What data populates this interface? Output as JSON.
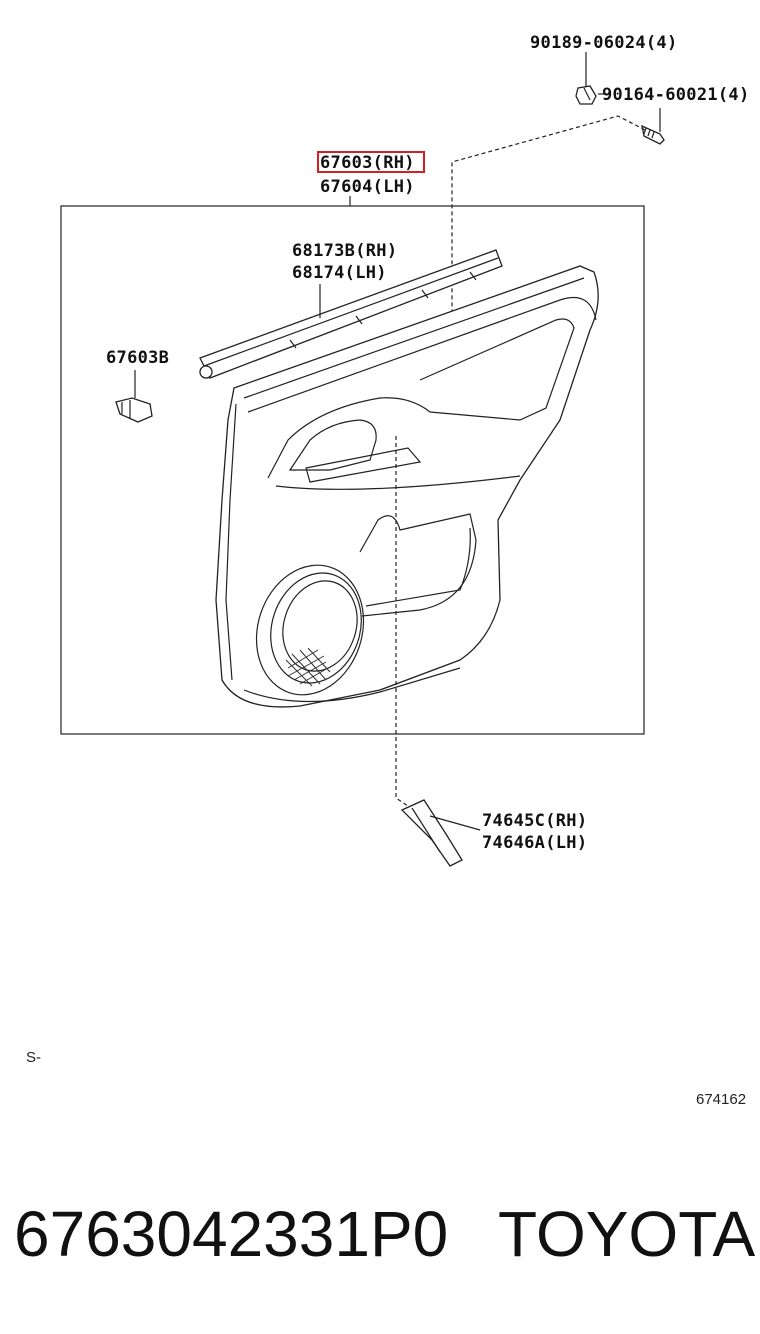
{
  "labels": {
    "bolt_upper": "90189-06024(4)",
    "screw": "90164-60021(4)",
    "panel_rh": "67603(RH)",
    "panel_lh": "67604(LH)",
    "weatherstrip_rh": "68173B(RH)",
    "weatherstrip_lh": "68174(LH)",
    "clip": "67603B",
    "cover_rh": "74645C(RH)",
    "cover_lh": "74646A(LH)"
  },
  "footer": {
    "side_code": "S-",
    "diagram_code": "674162",
    "part_number": "6763042331P0",
    "brand": "TOYOTA"
  },
  "highlight_color": "#d42020"
}
